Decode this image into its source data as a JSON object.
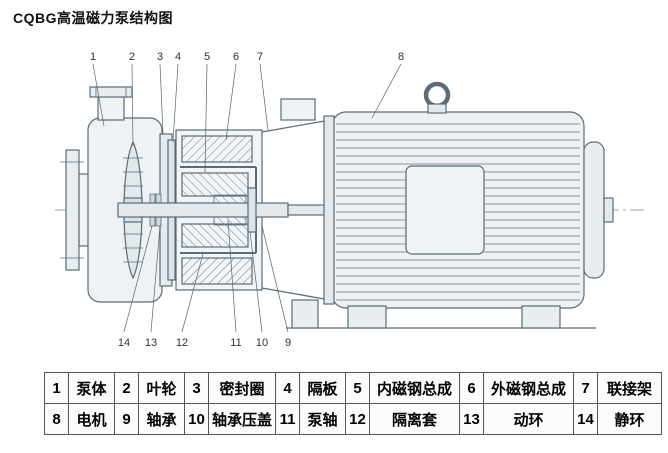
{
  "title": "CQBG高温磁力泵结构图",
  "callouts": {
    "top": [
      "1",
      "2",
      "3",
      "4",
      "5",
      "6",
      "7",
      "8"
    ],
    "bottom": [
      "14",
      "13",
      "12",
      "11",
      "10",
      "9"
    ]
  },
  "legend": {
    "rows": [
      [
        {
          "num": "1",
          "label": "泵体"
        },
        {
          "num": "2",
          "label": "叶轮"
        },
        {
          "num": "3",
          "label": "密封圈"
        },
        {
          "num": "4",
          "label": "隔板"
        },
        {
          "num": "5",
          "label": "内磁钢总成"
        },
        {
          "num": "6",
          "label": "外磁钢总成"
        },
        {
          "num": "7",
          "label": "联接架"
        }
      ],
      [
        {
          "num": "8",
          "label": "电机"
        },
        {
          "num": "9",
          "label": "轴承"
        },
        {
          "num": "10",
          "label": "轴承压盖"
        },
        {
          "num": "11",
          "label": "泵轴"
        },
        {
          "num": "12",
          "label": "隔离套"
        },
        {
          "num": "13",
          "label": "动环"
        },
        {
          "num": "14",
          "label": "静环"
        }
      ]
    ]
  },
  "colors": {
    "line": "#5b6b77",
    "fill_light": "#edf1f4",
    "text": "#111111",
    "table_border": "#555555"
  }
}
